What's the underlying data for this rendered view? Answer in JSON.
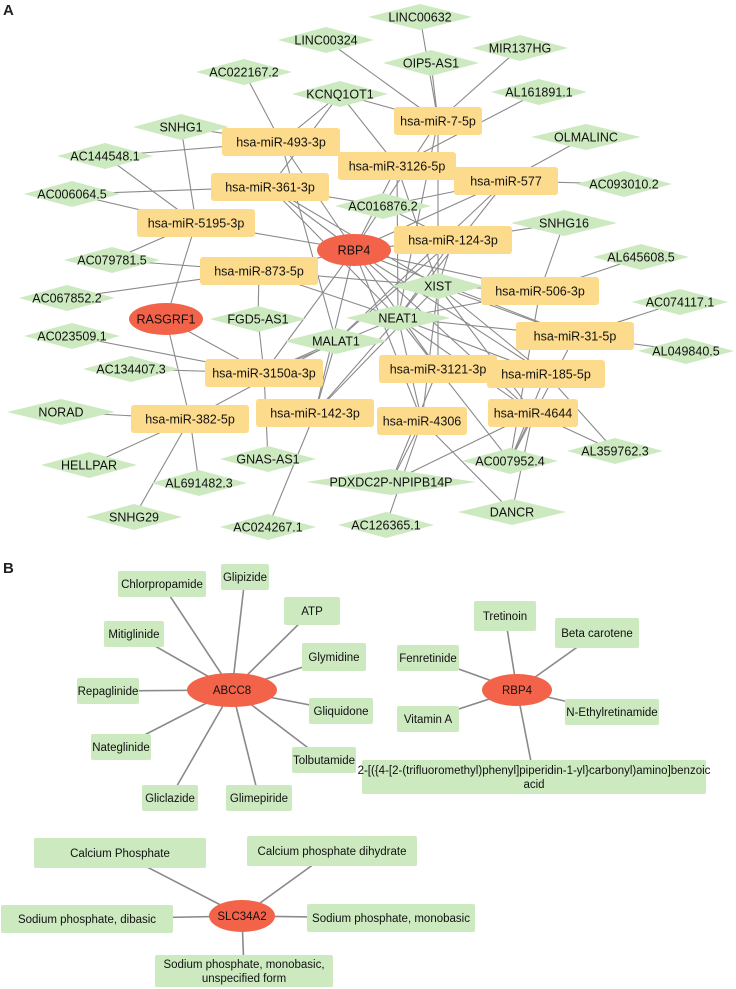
{
  "panels": [
    {
      "key": "A",
      "label": "A"
    },
    {
      "key": "B",
      "label": "B"
    }
  ],
  "colors": {
    "mirna_fill": "#fddb8c",
    "lnc_fill": "#cce9c0",
    "hub_fill": "#f2634a",
    "edge": "#8a8a8a",
    "drug_fill": "#cce9c0"
  },
  "network": {
    "nodes": [
      {
        "id": "LINC00632",
        "type": "lncRNA"
      },
      {
        "id": "LINC00324",
        "type": "lncRNA"
      },
      {
        "id": "MIR137HG",
        "type": "lncRNA"
      },
      {
        "id": "OIP5-AS1",
        "type": "lncRNA"
      },
      {
        "id": "AC022167.2",
        "type": "lncRNA"
      },
      {
        "id": "KCNQ1OT1",
        "type": "lncRNA"
      },
      {
        "id": "AL161891.1",
        "type": "lncRNA"
      },
      {
        "id": "SNHG1",
        "type": "lncRNA"
      },
      {
        "id": "AC144548.1",
        "type": "lncRNA"
      },
      {
        "id": "OLMALINC",
        "type": "lncRNA"
      },
      {
        "id": "AC093010.2",
        "type": "lncRNA"
      },
      {
        "id": "AC006064.5",
        "type": "lncRNA"
      },
      {
        "id": "AC016876.2",
        "type": "lncRNA"
      },
      {
        "id": "SNHG16",
        "type": "lncRNA"
      },
      {
        "id": "AC079781.5",
        "type": "lncRNA"
      },
      {
        "id": "AL645608.5",
        "type": "lncRNA"
      },
      {
        "id": "XIST",
        "type": "lncRNA"
      },
      {
        "id": "AC067852.2",
        "type": "lncRNA"
      },
      {
        "id": "AC074117.1",
        "type": "lncRNA"
      },
      {
        "id": "FGD5-AS1",
        "type": "lncRNA"
      },
      {
        "id": "NEAT1",
        "type": "lncRNA"
      },
      {
        "id": "AC023509.1",
        "type": "lncRNA"
      },
      {
        "id": "MALAT1",
        "type": "lncRNA"
      },
      {
        "id": "AL049840.5",
        "type": "lncRNA"
      },
      {
        "id": "AC134407.3",
        "type": "lncRNA"
      },
      {
        "id": "NORAD",
        "type": "lncRNA"
      },
      {
        "id": "AL359762.3",
        "type": "lncRNA"
      },
      {
        "id": "AC007952.4",
        "type": "lncRNA"
      },
      {
        "id": "GNAS-AS1",
        "type": "lncRNA"
      },
      {
        "id": "HELLPAR",
        "type": "lncRNA"
      },
      {
        "id": "PDXDC2P-NPIPB14P",
        "type": "lncRNA"
      },
      {
        "id": "AL691482.3",
        "type": "lncRNA"
      },
      {
        "id": "DANCR",
        "type": "lncRNA"
      },
      {
        "id": "SNHG29",
        "type": "lncRNA"
      },
      {
        "id": "AC024267.1",
        "type": "lncRNA"
      },
      {
        "id": "AC126365.1",
        "type": "lncRNA"
      },
      {
        "id": "hsa-miR-7-5p",
        "type": "miRNA"
      },
      {
        "id": "hsa-miR-493-3p",
        "type": "miRNA"
      },
      {
        "id": "hsa-miR-3126-5p",
        "type": "miRNA"
      },
      {
        "id": "hsa-miR-577",
        "type": "miRNA"
      },
      {
        "id": "hsa-miR-361-3p",
        "type": "miRNA"
      },
      {
        "id": "hsa-miR-5195-3p",
        "type": "miRNA"
      },
      {
        "id": "hsa-miR-124-3p",
        "type": "miRNA"
      },
      {
        "id": "hsa-miR-873-5p",
        "type": "miRNA"
      },
      {
        "id": "hsa-miR-506-3p",
        "type": "miRNA"
      },
      {
        "id": "hsa-miR-31-5p",
        "type": "miRNA"
      },
      {
        "id": "hsa-miR-3150a-3p",
        "type": "miRNA"
      },
      {
        "id": "hsa-miR-3121-3p",
        "type": "miRNA"
      },
      {
        "id": "hsa-miR-185-5p",
        "type": "miRNA"
      },
      {
        "id": "hsa-miR-382-5p",
        "type": "miRNA"
      },
      {
        "id": "hsa-miR-142-3p",
        "type": "miRNA"
      },
      {
        "id": "hsa-miR-4306",
        "type": "miRNA"
      },
      {
        "id": "hsa-miR-4644",
        "type": "miRNA"
      },
      {
        "id": "RBP4",
        "type": "mRNA"
      },
      {
        "id": "RASGRF1",
        "type": "mRNA"
      }
    ],
    "edges": [
      [
        "LINC00632",
        "hsa-miR-7-5p"
      ],
      [
        "LINC00324",
        "hsa-miR-7-5p"
      ],
      [
        "MIR137HG",
        "hsa-miR-7-5p"
      ],
      [
        "OIP5-AS1",
        "hsa-miR-7-5p"
      ],
      [
        "KCNQ1OT1",
        "hsa-miR-7-5p"
      ],
      [
        "NEAT1",
        "hsa-miR-7-5p"
      ],
      [
        "XIST",
        "hsa-miR-7-5p"
      ],
      [
        "RBP4",
        "hsa-miR-7-5p"
      ],
      [
        "AC022167.2",
        "hsa-miR-493-3p"
      ],
      [
        "SNHG1",
        "hsa-miR-493-3p"
      ],
      [
        "AC144548.1",
        "hsa-miR-493-3p"
      ],
      [
        "KCNQ1OT1",
        "hsa-miR-493-3p"
      ],
      [
        "RBP4",
        "hsa-miR-493-3p"
      ],
      [
        "MALAT1",
        "hsa-miR-493-3p"
      ],
      [
        "AL161891.1",
        "hsa-miR-3126-5p"
      ],
      [
        "KCNQ1OT1",
        "hsa-miR-3126-5p"
      ],
      [
        "RBP4",
        "hsa-miR-3126-5p"
      ],
      [
        "XIST",
        "hsa-miR-3126-5p"
      ],
      [
        "NEAT1",
        "hsa-miR-3126-5p"
      ],
      [
        "OLMALINC",
        "hsa-miR-577"
      ],
      [
        "AC093010.2",
        "hsa-miR-577"
      ],
      [
        "RBP4",
        "hsa-miR-577"
      ],
      [
        "AC016876.2",
        "hsa-miR-577"
      ],
      [
        "MALAT1",
        "hsa-miR-577"
      ],
      [
        "NEAT1",
        "hsa-miR-577"
      ],
      [
        "AC006064.5",
        "hsa-miR-361-3p"
      ],
      [
        "KCNQ1OT1",
        "hsa-miR-361-3p"
      ],
      [
        "RBP4",
        "hsa-miR-361-3p"
      ],
      [
        "AC016876.2",
        "hsa-miR-361-3p"
      ],
      [
        "XIST",
        "hsa-miR-361-3p"
      ],
      [
        "NEAT1",
        "hsa-miR-361-3p"
      ],
      [
        "AC006064.5",
        "hsa-miR-5195-3p"
      ],
      [
        "AC144548.1",
        "hsa-miR-5195-3p"
      ],
      [
        "SNHG1",
        "hsa-miR-5195-3p"
      ],
      [
        "AC079781.5",
        "hsa-miR-5195-3p"
      ],
      [
        "RASGRF1",
        "hsa-miR-5195-3p"
      ],
      [
        "RBP4",
        "hsa-miR-5195-3p"
      ],
      [
        "SNHG16",
        "hsa-miR-124-3p"
      ],
      [
        "RBP4",
        "hsa-miR-124-3p"
      ],
      [
        "XIST",
        "hsa-miR-124-3p"
      ],
      [
        "NEAT1",
        "hsa-miR-124-3p"
      ],
      [
        "MALAT1",
        "hsa-miR-124-3p"
      ],
      [
        "AC016876.2",
        "hsa-miR-124-3p"
      ],
      [
        "AC079781.5",
        "hsa-miR-873-5p"
      ],
      [
        "AC067852.2",
        "hsa-miR-873-5p"
      ],
      [
        "FGD5-AS1",
        "hsa-miR-873-5p"
      ],
      [
        "RBP4",
        "hsa-miR-873-5p"
      ],
      [
        "NEAT1",
        "hsa-miR-873-5p"
      ],
      [
        "XIST",
        "hsa-miR-873-5p"
      ],
      [
        "AL645608.5",
        "hsa-miR-506-3p"
      ],
      [
        "SNHG16",
        "hsa-miR-506-3p"
      ],
      [
        "XIST",
        "hsa-miR-506-3p"
      ],
      [
        "NEAT1",
        "hsa-miR-506-3p"
      ],
      [
        "RBP4",
        "hsa-miR-506-3p"
      ],
      [
        "AC007952.4",
        "hsa-miR-506-3p"
      ],
      [
        "AC074117.1",
        "hsa-miR-31-5p"
      ],
      [
        "AL049840.5",
        "hsa-miR-31-5p"
      ],
      [
        "XIST",
        "hsa-miR-31-5p"
      ],
      [
        "NEAT1",
        "hsa-miR-31-5p"
      ],
      [
        "RBP4",
        "hsa-miR-31-5p"
      ],
      [
        "AC007952.4",
        "hsa-miR-31-5p"
      ],
      [
        "AC134407.3",
        "hsa-miR-3150a-3p"
      ],
      [
        "AC023509.1",
        "hsa-miR-3150a-3p"
      ],
      [
        "RASGRF1",
        "hsa-miR-3150a-3p"
      ],
      [
        "MALAT1",
        "hsa-miR-3150a-3p"
      ],
      [
        "NEAT1",
        "hsa-miR-3150a-3p"
      ],
      [
        "FGD5-AS1",
        "hsa-miR-3150a-3p"
      ],
      [
        "GNAS-AS1",
        "hsa-miR-3150a-3p"
      ],
      [
        "RBP4",
        "hsa-miR-3150a-3p"
      ],
      [
        "NEAT1",
        "hsa-miR-3121-3p"
      ],
      [
        "XIST",
        "hsa-miR-3121-3p"
      ],
      [
        "RBP4",
        "hsa-miR-3121-3p"
      ],
      [
        "AC007952.4",
        "hsa-miR-3121-3p"
      ],
      [
        "PDXDC2P-NPIPB14P",
        "hsa-miR-3121-3p"
      ],
      [
        "NEAT1",
        "hsa-miR-185-5p"
      ],
      [
        "XIST",
        "hsa-miR-185-5p"
      ],
      [
        "RBP4",
        "hsa-miR-185-5p"
      ],
      [
        "AC007952.4",
        "hsa-miR-185-5p"
      ],
      [
        "AL359762.3",
        "hsa-miR-185-5p"
      ],
      [
        "NORAD",
        "hsa-miR-382-5p"
      ],
      [
        "HELLPAR",
        "hsa-miR-382-5p"
      ],
      [
        "AL691482.3",
        "hsa-miR-382-5p"
      ],
      [
        "SNHG29",
        "hsa-miR-382-5p"
      ],
      [
        "MALAT1",
        "hsa-miR-382-5p"
      ],
      [
        "RASGRF1",
        "hsa-miR-382-5p"
      ],
      [
        "MALAT1",
        "hsa-miR-142-3p"
      ],
      [
        "NEAT1",
        "hsa-miR-142-3p"
      ],
      [
        "AC024267.1",
        "hsa-miR-142-3p"
      ],
      [
        "RBP4",
        "hsa-miR-142-3p"
      ],
      [
        "XIST",
        "hsa-miR-142-3p"
      ],
      [
        "NEAT1",
        "hsa-miR-4306"
      ],
      [
        "XIST",
        "hsa-miR-4306"
      ],
      [
        "RBP4",
        "hsa-miR-4306"
      ],
      [
        "AC126365.1",
        "hsa-miR-4306"
      ],
      [
        "PDXDC2P-NPIPB14P",
        "hsa-miR-4306"
      ],
      [
        "DANCR",
        "hsa-miR-4306"
      ],
      [
        "NEAT1",
        "hsa-miR-4644"
      ],
      [
        "XIST",
        "hsa-miR-4644"
      ],
      [
        "RBP4",
        "hsa-miR-4644"
      ],
      [
        "AC007952.4",
        "hsa-miR-4644"
      ],
      [
        "DANCR",
        "hsa-miR-4644"
      ],
      [
        "AL359762.3",
        "hsa-miR-4644"
      ],
      [
        "PDXDC2P-NPIPB14P",
        "hsa-miR-4644"
      ]
    ]
  },
  "drug_groups": [
    {
      "gene": "ABCC8",
      "drugs": [
        "Chlorpropamide",
        "Glipizide",
        "ATP",
        "Mitiglinide",
        "Glymidine",
        "Repaglinide",
        "Gliquidone",
        "Nateglinide",
        "Tolbutamide",
        "Gliclazide",
        "Glimepiride"
      ]
    },
    {
      "gene": "RBP4",
      "drugs": [
        "Tretinoin",
        "Beta carotene",
        "Fenretinide",
        "N-Ethylretinamide",
        "Vitamin A",
        "2-[({4-[2-(trifluoromethyl)phenyl]piperidin-1-yl}carbonyl)amino]benzoic acid"
      ]
    },
    {
      "gene": "SLC34A2",
      "drugs": [
        "Calcium Phosphate",
        "Calcium phosphate dihydrate",
        "Sodium phosphate, dibasic",
        "Sodium phosphate, monobasic",
        "Sodium phosphate, monobasic, unspecified form"
      ]
    }
  ]
}
